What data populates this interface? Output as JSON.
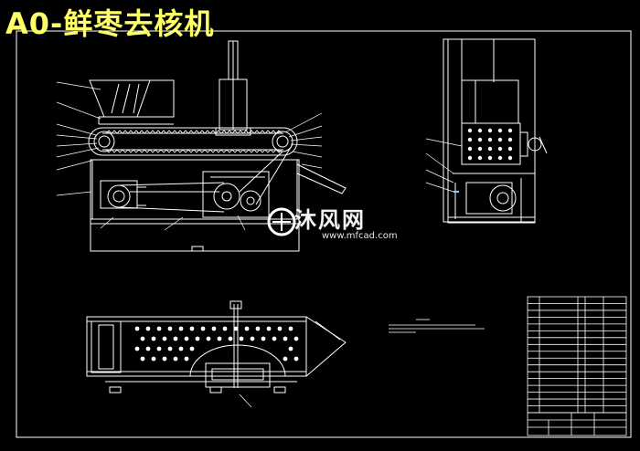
{
  "title": "A0-鲜枣去核机",
  "watermark": {
    "text": "沐风网",
    "url": "www.mfcad.com"
  },
  "colors": {
    "background": "#000000",
    "line": "#ffffff",
    "title": "#ffff66",
    "watermark": "#ffffff",
    "accent_line": "#7fd0ff"
  },
  "views": [
    "front-view",
    "side-view",
    "top-view"
  ],
  "parts_list_rows": 17
}
